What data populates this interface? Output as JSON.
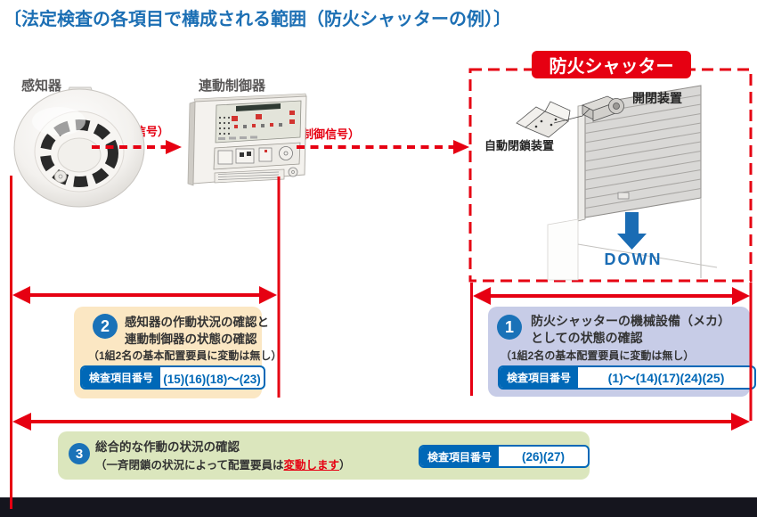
{
  "title": "〔法定検査の各項目で構成される範囲（防火シャッターの例）〕",
  "devices": {
    "detector_label": "感知器",
    "controller_label": "連動制御器"
  },
  "signals": {
    "fire_signal": "（火災信号）",
    "control_signal": "（制御信号）"
  },
  "shutter": {
    "title": "防火シャッター",
    "auto_close_label": "自動閉鎖装置",
    "open_close_label": "開閉装置",
    "down_label": "DOWN"
  },
  "steps": {
    "step1": {
      "number": "1",
      "line1": "防火シャッターの機械設備（メカ）",
      "line2": "としての状態の確認",
      "note": "（1組2名の基本配置要員に変動は無し）",
      "badge_label": "検査項目番号",
      "badge_value": "(1)～(14)(17)(24)(25)"
    },
    "step2": {
      "number": "2",
      "line1": "感知器の作動状況の確認と",
      "line2": "連動制御器の状態の確認",
      "note": "（1組2名の基本配置要員に変動は無し）",
      "badge_label": "検査項目番号",
      "badge_value": "(15)(16)(18)～(23)"
    },
    "step3": {
      "number": "3",
      "line1": "総合的な作動の状況の確認",
      "note_prefix": "（一斉閉鎖の状況によって配置要員は",
      "note_highlight": "変動します",
      "note_suffix": "）",
      "badge_label": "検査項目番号",
      "badge_value": "(26)(27)"
    }
  },
  "colors": {
    "accent_red": "#e60012",
    "badge_blue": "#0068b7",
    "title_blue": "#1c6fb4",
    "down_blue": "#1a6cb4",
    "step1_bg": "#c7cce7",
    "step2_bg": "#fbe7c3",
    "step3_bg": "#dbe6bd",
    "gray_label": "#595757"
  }
}
